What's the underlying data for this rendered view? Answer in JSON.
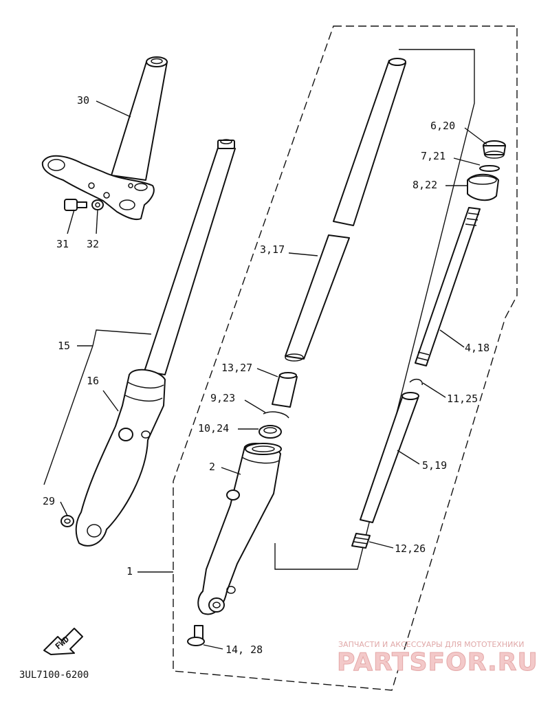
{
  "diagram": {
    "part_code": "3UL7100-6200",
    "fwd_label": "FWD",
    "watermark": {
      "line1": "ЗАПЧАСТИ И АКСЕССУАРЫ ДЛЯ МОТОТЕХНИКИ",
      "line2": "PARTSFOR.RU"
    },
    "callouts": [
      {
        "id": "30",
        "text": "30"
      },
      {
        "id": "31",
        "text": "31"
      },
      {
        "id": "32",
        "text": "32"
      },
      {
        "id": "15",
        "text": "15"
      },
      {
        "id": "16",
        "text": "16"
      },
      {
        "id": "29",
        "text": "29"
      },
      {
        "id": "1",
        "text": "1"
      },
      {
        "id": "2",
        "text": "2"
      },
      {
        "id": "3_17",
        "text": "3,17"
      },
      {
        "id": "13_27",
        "text": "13,27"
      },
      {
        "id": "9_23",
        "text": "9,23"
      },
      {
        "id": "10_24",
        "text": "10,24"
      },
      {
        "id": "14_28",
        "text": "14, 28"
      },
      {
        "id": "6_20",
        "text": "6,20"
      },
      {
        "id": "7_21",
        "text": "7,21"
      },
      {
        "id": "8_22",
        "text": "8,22"
      },
      {
        "id": "4_18",
        "text": "4,18"
      },
      {
        "id": "11_25",
        "text": "11,25"
      },
      {
        "id": "5_19",
        "text": "5,19"
      },
      {
        "id": "12_26",
        "text": "12,26"
      }
    ]
  }
}
